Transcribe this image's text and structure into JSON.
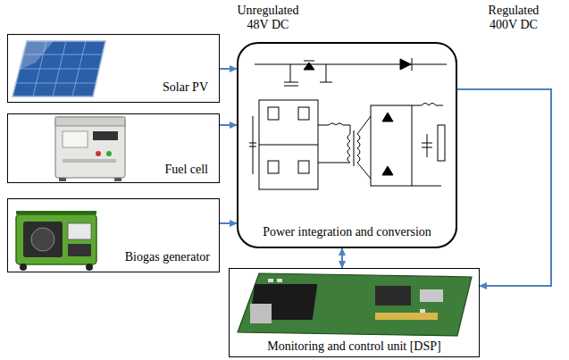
{
  "diagram": {
    "nodes": [
      {
        "text": [
          "Solar PV"
        ]
      },
      {
        "text": [
          "Fuel cell"
        ]
      },
      {
        "text": [
          "Biogas generator"
        ]
      },
      {
        "text": [
          "Power integration and conversion"
        ]
      },
      {
        "text": [
          "Monitoring and control unit [DSP]"
        ]
      }
    ],
    "edges": [
      {
        "from": 0,
        "to": 3,
        "arrow": "to",
        "label": "Unregulated 48V DC"
      },
      {
        "from": 1,
        "to": 3,
        "arrow": "to"
      },
      {
        "from": 2,
        "to": 3,
        "arrow": "to"
      },
      {
        "from": 3,
        "to": 4,
        "arrow": "both"
      },
      {
        "from": 3,
        "to": 4,
        "arrow": "to",
        "label": "Regulated 400V DC"
      }
    ]
  }
}
